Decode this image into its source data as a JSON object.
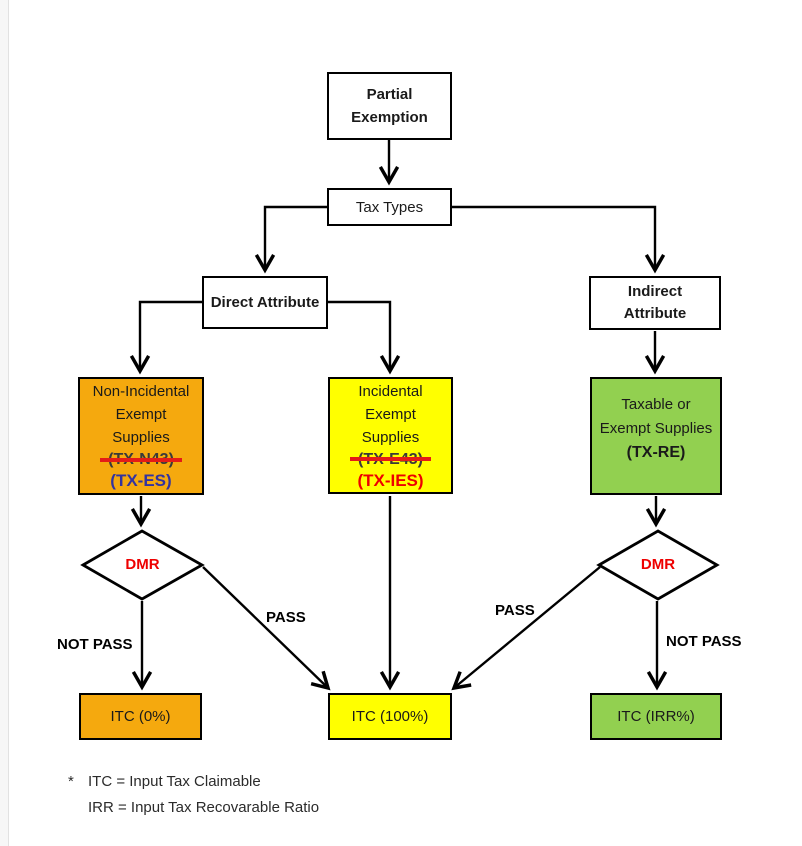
{
  "colors": {
    "orange_fill": "#F5A90E",
    "yellow_fill": "#FFFF00",
    "green_fill": "#92D050",
    "red_text": "#EE0000",
    "blue_code": "#3333A0",
    "strike_line": "#E41B17",
    "line_color": "#000000"
  },
  "nodes": {
    "partial_exemption": {
      "lines": [
        "Partial",
        "Exemption"
      ]
    },
    "tax_types": {
      "label": "Tax Types"
    },
    "direct_attribute": {
      "label": "Direct Attribute"
    },
    "indirect_attribute": {
      "lines": [
        "Indirect",
        "Attribute"
      ]
    },
    "non_incidental": {
      "lines": [
        "Non-Incidental",
        "Exempt",
        "Supplies"
      ],
      "old_code": "(TX-N43)",
      "new_code": "(TX-ES)"
    },
    "incidental": {
      "lines": [
        "Incidental",
        "Exempt",
        "Supplies"
      ],
      "old_code": "(TX-E43)",
      "new_code": "(TX-IES)"
    },
    "taxable_or_exempt": {
      "lines": [
        "Taxable or",
        "Exempt Supplies"
      ],
      "code": "(TX-RE)"
    },
    "dmr_left": {
      "label": "DMR"
    },
    "dmr_right": {
      "label": "DMR"
    },
    "itc_zero": {
      "label": "ITC (0%)"
    },
    "itc_hundred": {
      "label": "ITC (100%)"
    },
    "itc_irr": {
      "label": "ITC (IRR%)"
    }
  },
  "edge_labels": {
    "not_pass_left": "NOT PASS",
    "pass_left": "PASS",
    "pass_right": "PASS",
    "not_pass_right": "NOT PASS"
  },
  "footnote": {
    "marker": "*",
    "line1": "ITC = Input Tax Claimable",
    "line2": "IRR = Input Tax Recovarable Ratio"
  }
}
